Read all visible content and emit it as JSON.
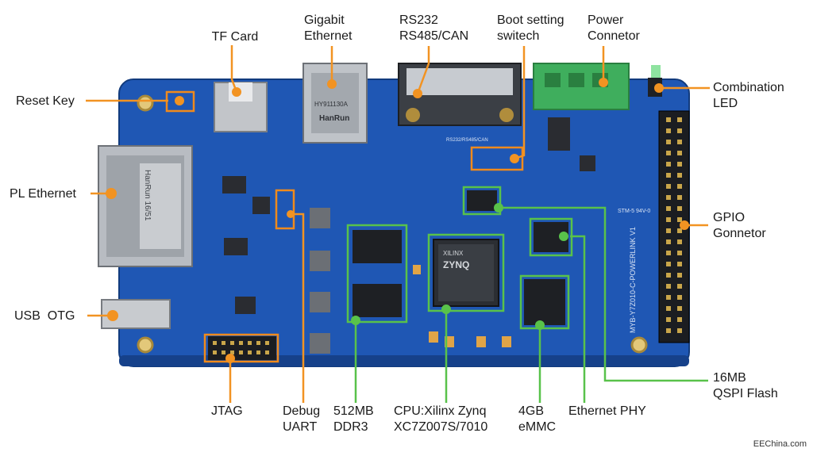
{
  "colors": {
    "pcb": "#1f57b4",
    "pcb_dark": "#16418a",
    "callout_box": "#f08a1c",
    "callout_line": "#f29322",
    "callout_line_green": "#59c24a",
    "connector_green": "#3fae5d"
  },
  "labels": {
    "tf_card": [
      "TF Card"
    ],
    "gigabit_ethernet": [
      "Gigabit",
      "Ethernet"
    ],
    "rs232": [
      "RS232",
      "RS485/CAN"
    ],
    "boot": [
      "Boot setting",
      "switech"
    ],
    "power": [
      "Power",
      "Connetor"
    ],
    "reset": [
      "Reset Key"
    ],
    "led": [
      "Combination",
      "LED"
    ],
    "pl_ethernet": [
      "PL Ethernet"
    ],
    "gpio": [
      "GPIO",
      "Gonnetor"
    ],
    "usb": [
      "USB  OTG"
    ],
    "qspi": [
      "16MB",
      "QSPI Flash"
    ],
    "jtag": [
      "JTAG"
    ],
    "debug": [
      "Debug",
      "UART"
    ],
    "ddr3": [
      "512MB",
      "DDR3"
    ],
    "cpu": [
      "CPU:Xilinx Zynq",
      "XC7Z007S/7010"
    ],
    "emmc": [
      "4GB",
      "eMMC"
    ],
    "eth_phy": [
      "Ethernet PHY"
    ]
  },
  "board_text": {
    "hanrun_top": "HanRun",
    "hanrun_code": "HY911130A",
    "hanrun_side": "HanRun 16/51",
    "zynq": "ZYNQ",
    "xilinx": "XILINX",
    "rs_silk": "RS232/RS485/CAN",
    "board_name": "MYB-Y7Z010-C-POWERLINK V1",
    "stm": "STM-5 94V-0"
  },
  "credit": "EEChina.com"
}
